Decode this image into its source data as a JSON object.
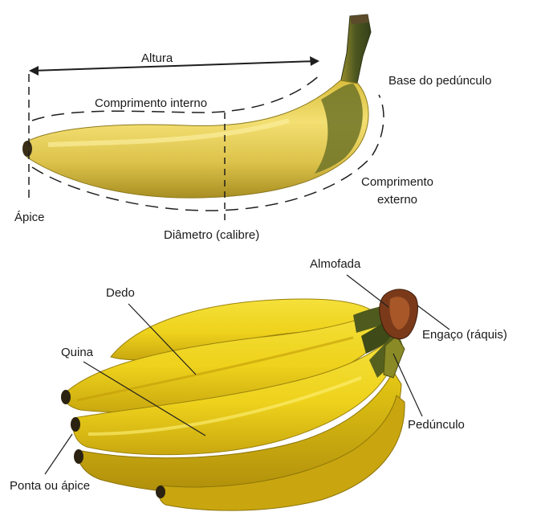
{
  "top_diagram": {
    "labels": {
      "height": "Altura",
      "inner_length": "Comprimento interno",
      "peduncle_base": "Base do pedúnculo",
      "outer_length_1": "Comprimento",
      "outer_length_2": "externo",
      "apex": "Ápice",
      "diameter": "Diâmetro (calibre)"
    }
  },
  "bottom_diagram": {
    "labels": {
      "cushion": "Almofada",
      "finger": "Dedo",
      "stalk": "Engaço (ráquis)",
      "ridge": "Quina",
      "peduncle": "Pedúnculo",
      "tip": "Ponta ou ápice"
    }
  },
  "colors": {
    "banana_yellow": "#e8d04a",
    "banana_shadow": "#b59a1e",
    "bunch_yellow": "#f2dc1e",
    "green_neck": "#4c5a22",
    "crown_brown": "#7a3a1a",
    "ink": "#1e1e1e"
  }
}
